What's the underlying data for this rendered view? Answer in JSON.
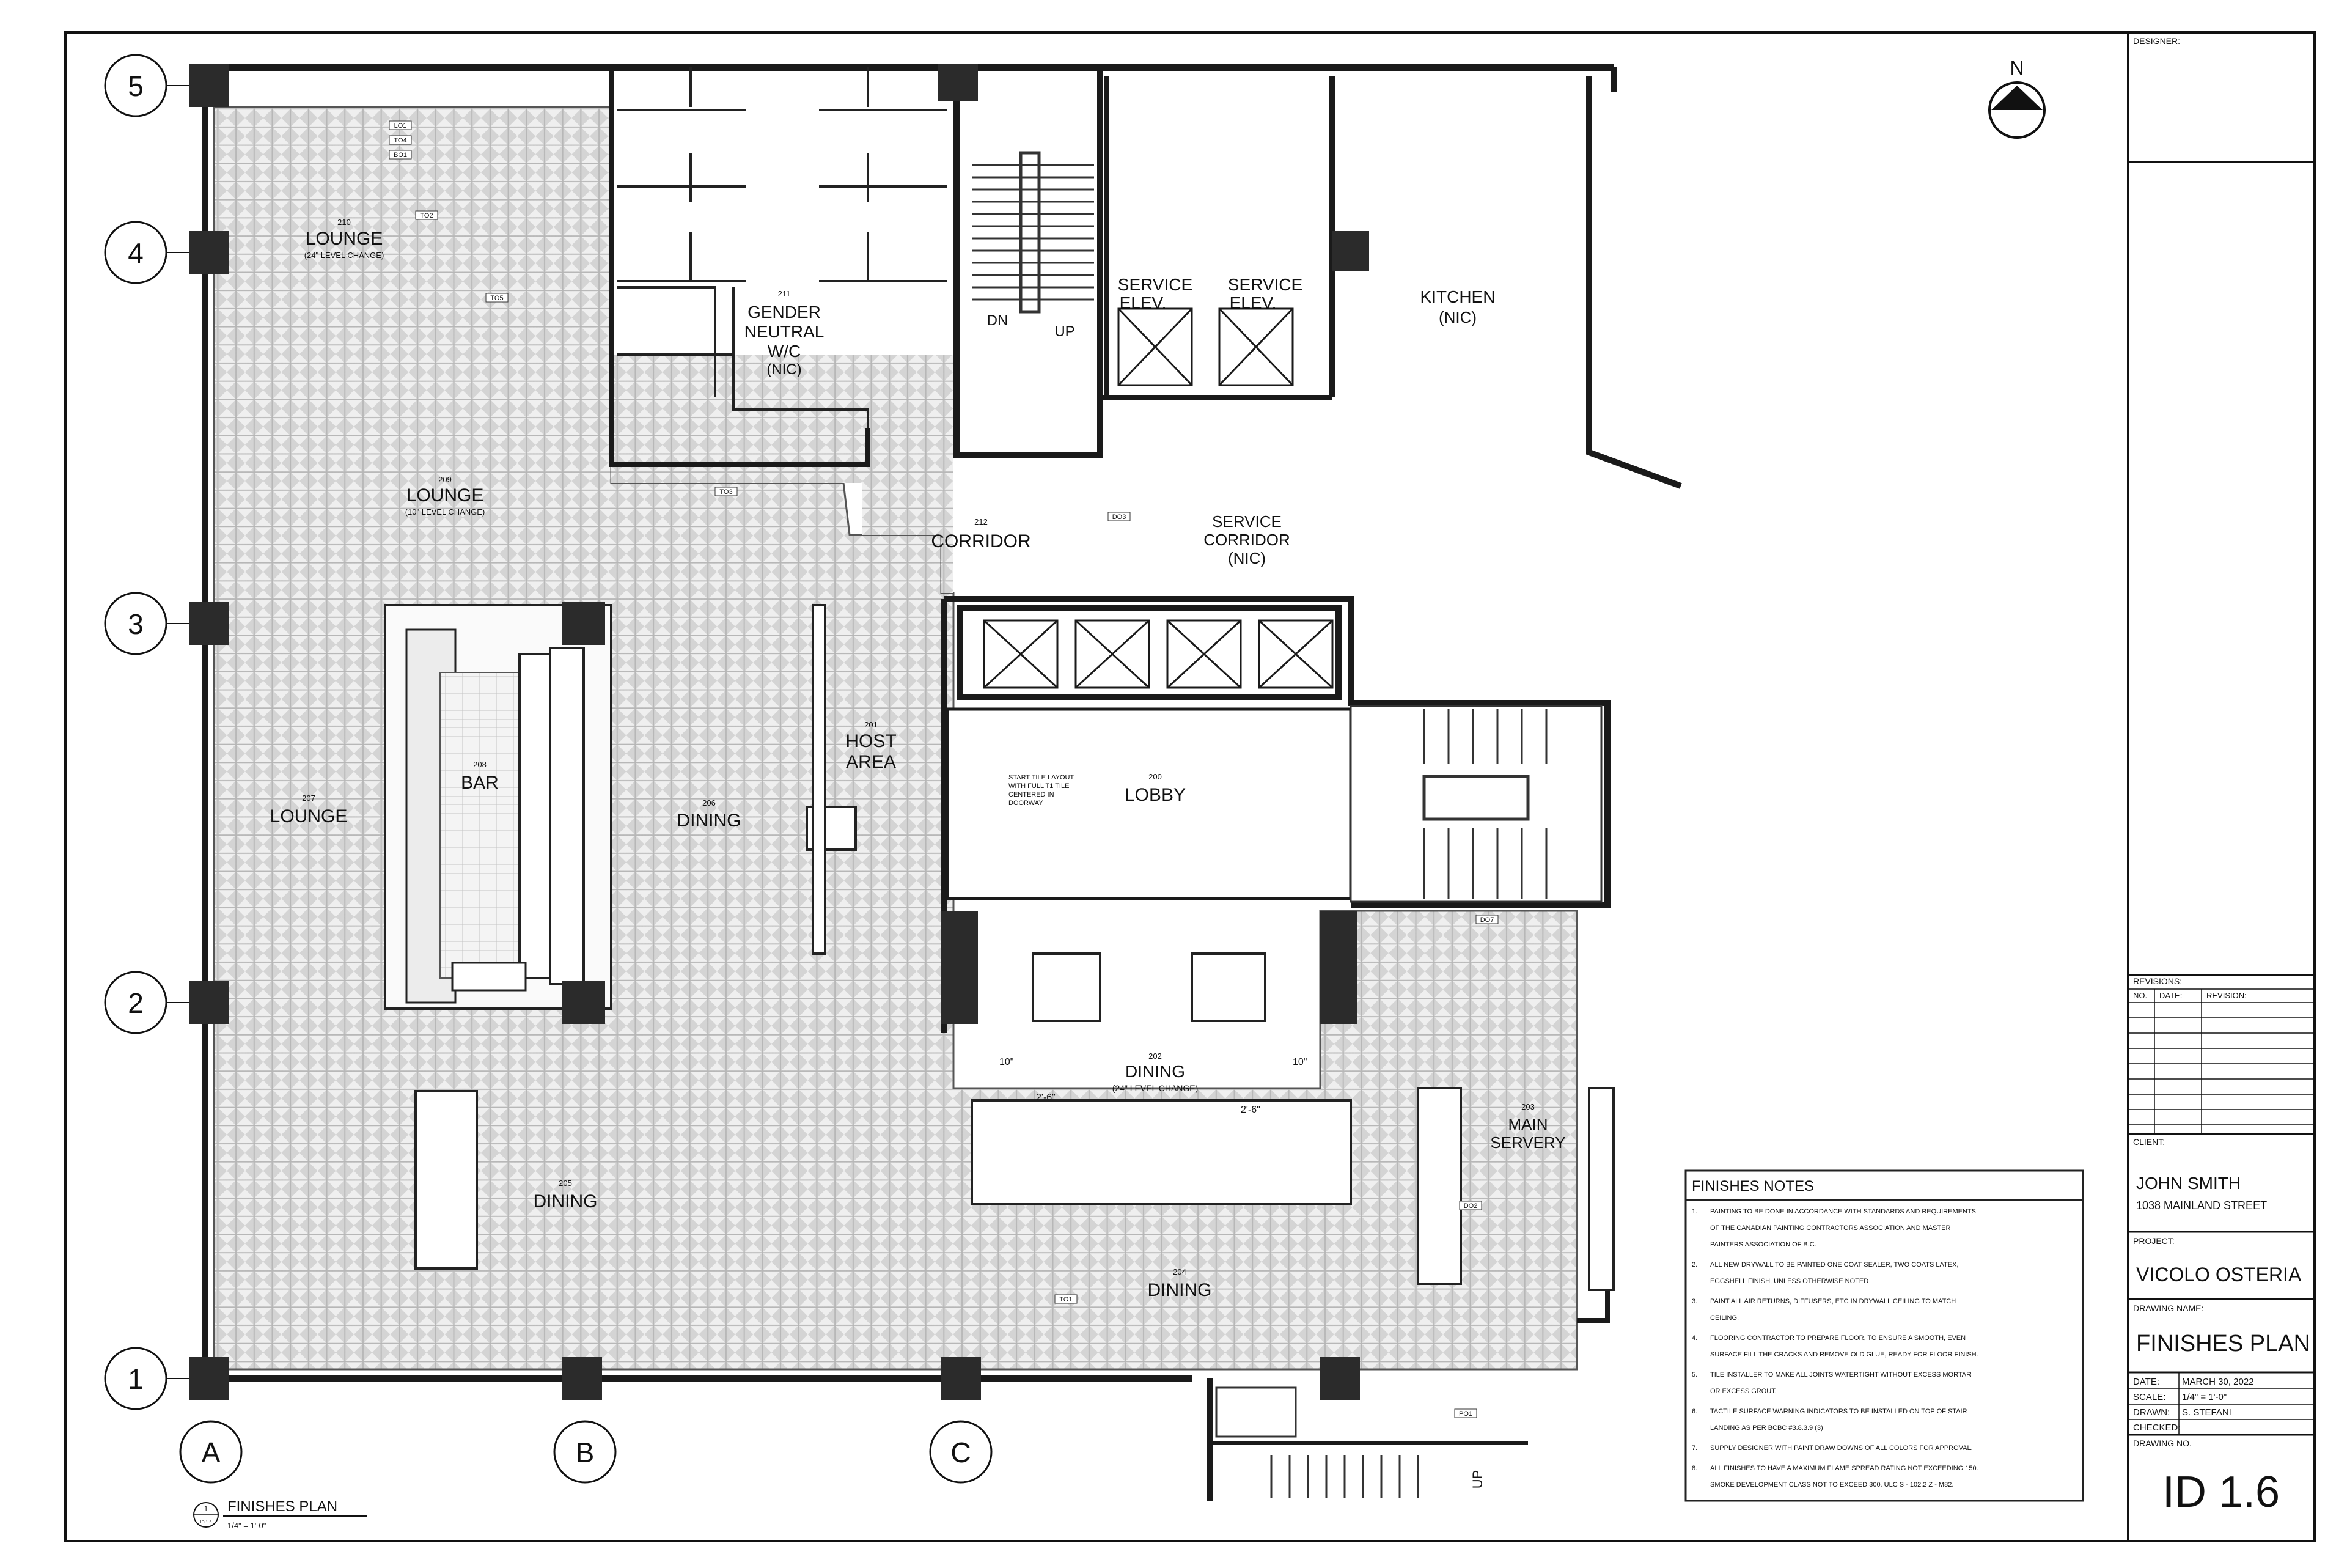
{
  "grid": {
    "rows": [
      "5",
      "4",
      "3",
      "2",
      "1"
    ],
    "cols": [
      "A",
      "B",
      "C"
    ]
  },
  "north_label": "N",
  "rooms": [
    {
      "num": "210",
      "name": "LOUNGE",
      "note": "(24\" LEVEL CHANGE)"
    },
    {
      "num": "211",
      "name": "GENDER",
      "name2": "NEUTRAL",
      "name3": "W/C",
      "note": "(NIC)"
    },
    {
      "num": "209",
      "name": "LOUNGE",
      "note": "(10\" LEVEL CHANGE)"
    },
    {
      "num": "212",
      "name": "CORRIDOR"
    },
    {
      "num": "208",
      "name": "BAR"
    },
    {
      "num": "207",
      "name": "LOUNGE"
    },
    {
      "num": "206",
      "name": "DINING"
    },
    {
      "num": "201",
      "name": "HOST",
      "name2": "AREA"
    },
    {
      "num": "200",
      "name": "LOBBY"
    },
    {
      "num": "202",
      "name": "DINING",
      "note": "(24\" LEVEL CHANGE)"
    },
    {
      "num": "203",
      "name": "MAIN",
      "name2": "SERVERY"
    },
    {
      "num": "205",
      "name": "DINING"
    },
    {
      "num": "204",
      "name": "DINING"
    }
  ],
  "labels": {
    "service_elev_1": "SERVICE",
    "service_elev_1b": "ELEV.",
    "service_elev_2": "SERVICE",
    "service_elev_2b": "ELEV.",
    "kitchen": "KITCHEN",
    "kitchen_nic": "(NIC)",
    "service_corridor": "SERVICE",
    "service_corridor_b": "CORRIDOR",
    "service_corridor_nic": "(NIC)",
    "dn": "DN",
    "up": "UP",
    "up2": "UP",
    "tile_note_1": "START TILE LAYOUT",
    "tile_note_2": "WITH FULL T1 TILE",
    "tile_note_3": "CENTERED IN",
    "tile_note_4": "DOORWAY",
    "dim_10a": "10\"",
    "dim_10b": "10\"",
    "dim_26a": "2'-6\"",
    "dim_26b": "2'-6\""
  },
  "tags": [
    "LO1",
    "TO4",
    "BO1",
    "TO2",
    "TO5",
    "TO3",
    "PO1",
    "DO3",
    "DO7",
    "DO2",
    "TO1"
  ],
  "drawing_title": {
    "number": "1",
    "sheet": "ID 1.6",
    "title": "FINISHES PLAN",
    "scale": "1/4\" = 1'-0\""
  },
  "notes": {
    "heading": "FINISHES NOTES",
    "items": [
      {
        "n": "1.",
        "lines": [
          "PAINTING TO BE DONE IN ACCORDANCE WITH STANDARDS AND REQUIREMENTS",
          "OF THE CANADIAN PAINTING CONTRACTORS ASSOCIATION AND MASTER",
          "PAINTERS ASSOCIATION OF B.C."
        ]
      },
      {
        "n": "2.",
        "lines": [
          "ALL NEW DRYWALL TO BE PAINTED ONE COAT SEALER, TWO COATS LATEX,",
          "EGGSHELL FINISH, UNLESS OTHERWISE NOTED"
        ]
      },
      {
        "n": "3.",
        "lines": [
          "PAINT ALL AIR RETURNS, DIFFUSERS, ETC IN DRYWALL CEILING TO MATCH",
          "CEILING."
        ]
      },
      {
        "n": "4.",
        "lines": [
          "FLOORING CONTRACTOR TO PREPARE FLOOR, TO ENSURE A SMOOTH, EVEN",
          "SURFACE FILL THE CRACKS AND REMOVE OLD GLUE, READY FOR FLOOR FINISH."
        ]
      },
      {
        "n": "5.",
        "lines": [
          "TILE INSTALLER TO MAKE ALL JOINTS WATERTIGHT WITHOUT EXCESS MORTAR",
          "OR EXCESS GROUT."
        ]
      },
      {
        "n": "6.",
        "lines": [
          "TACTILE SURFACE WARNING INDICATORS TO BE INSTALLED ON TOP OF STAIR",
          "LANDING AS PER BCBC #3.8.3.9 (3)"
        ]
      },
      {
        "n": "7.",
        "lines": [
          "SUPPLY DESIGNER WITH PAINT DRAW DOWNS OF ALL COLORS FOR APPROVAL."
        ]
      },
      {
        "n": "8.",
        "lines": [
          "ALL FINISHES TO HAVE A MAXIMUM FLAME SPREAD RATING NOT EXCEEDING 150.",
          "SMOKE DEVELOPMENT CLASS NOT TO EXCEED 300. ULC S - 102.2 Z - M82."
        ]
      }
    ]
  },
  "title_block": {
    "designer_label": "DESIGNER:",
    "revisions_label": "REVISIONS:",
    "rev_cols": [
      "NO.",
      "DATE:",
      "REVISION:"
    ],
    "client_label": "CLIENT:",
    "client_name": "JOHN SMITH",
    "client_address": "1038 MAINLAND STREET",
    "project_label": "PROJECT:",
    "project_name": "VICOLO OSTERIA",
    "drawing_name_label": "DRAWING NAME:",
    "drawing_name": "FINISHES PLAN",
    "date_label": "DATE:",
    "date_value": "MARCH 30, 2022",
    "scale_label": "SCALE:",
    "scale_value": "1/4\" = 1'-0\"",
    "drawn_label": "DRAWN:",
    "drawn_value": "S. STEFANI",
    "checked_label": "CHECKED:",
    "drawing_no_label": "DRAWING NO.",
    "drawing_no": "ID 1.6"
  },
  "colors": {
    "line": "#1a1a1a",
    "hatch": "#9a9a9a",
    "fill": "#e6e6e6",
    "column": "#2b2b2b"
  }
}
